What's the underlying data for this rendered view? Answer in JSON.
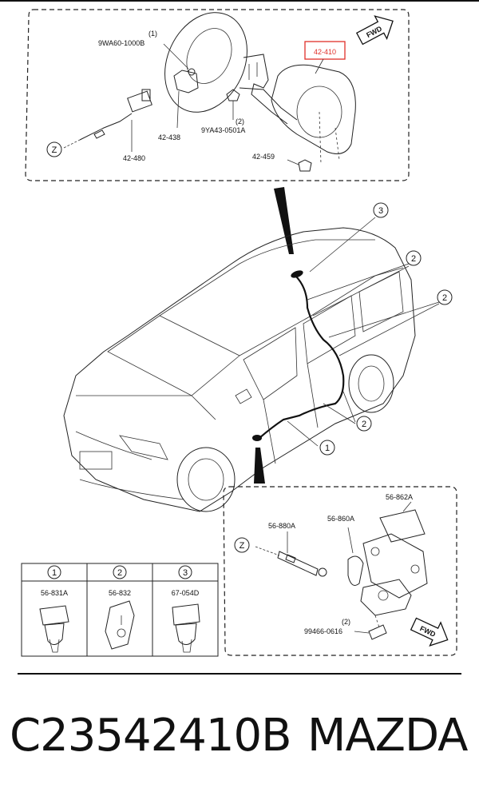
{
  "top_panel": {
    "fwd_label": "FWD",
    "parts": {
      "p9wa60_qty": "(1)",
      "p9wa60": "9WA60-1000B",
      "p42410": "42-410",
      "p9ya43_qty": "(2)",
      "p9ya43": "9YA43-0501A",
      "p42438": "42-438",
      "p42480": "42-480",
      "p42459": "42-459",
      "z_marker": "Z"
    },
    "highlight_color": "#e0302a"
  },
  "middle": {
    "callouts": [
      "3",
      "2",
      "2",
      "2",
      "1"
    ]
  },
  "legend": {
    "columns": [
      {
        "num": "1",
        "part": "56-831A"
      },
      {
        "num": "2",
        "part": "56-832"
      },
      {
        "num": "3",
        "part": "67-054D"
      }
    ]
  },
  "bottom_panel": {
    "fwd_label": "FWD",
    "parts": {
      "p56862a": "56-862A",
      "p56880a": "56-880A",
      "p56860a": "56-860A",
      "p99466_qty": "(2)",
      "p99466": "99466-0616",
      "z_marker": "Z"
    }
  },
  "footer": {
    "part_number": "C23542410B",
    "brand": "MAZDA"
  }
}
